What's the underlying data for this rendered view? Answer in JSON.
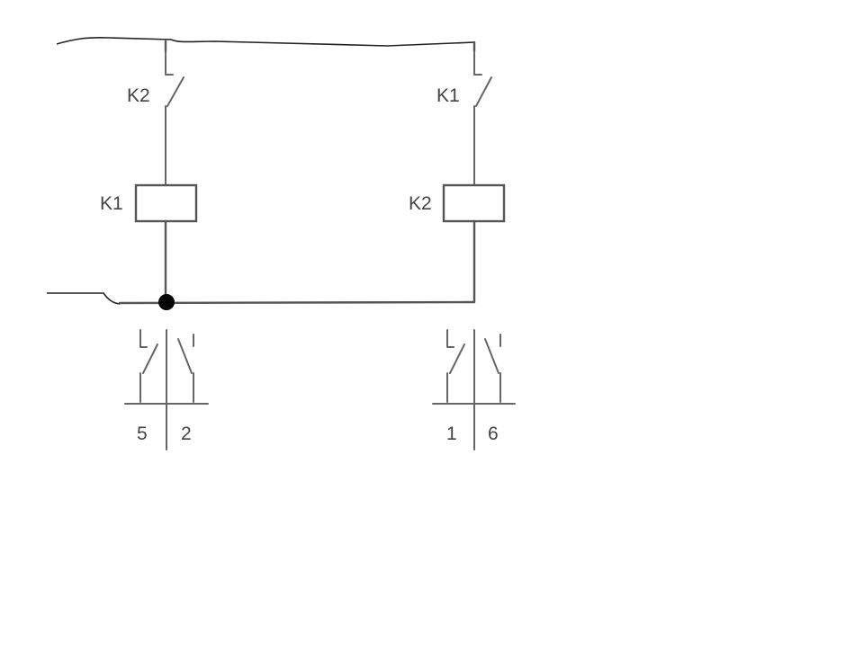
{
  "labels": {
    "left_contact": "K2",
    "right_contact": "K1",
    "left_coil": "K1",
    "right_coil": "K2",
    "left_pins": [
      "5",
      "2"
    ],
    "right_pins": [
      "1",
      "6"
    ]
  },
  "colors": {
    "wire": "#555555",
    "junction": "#000000",
    "background": "#ffffff"
  }
}
